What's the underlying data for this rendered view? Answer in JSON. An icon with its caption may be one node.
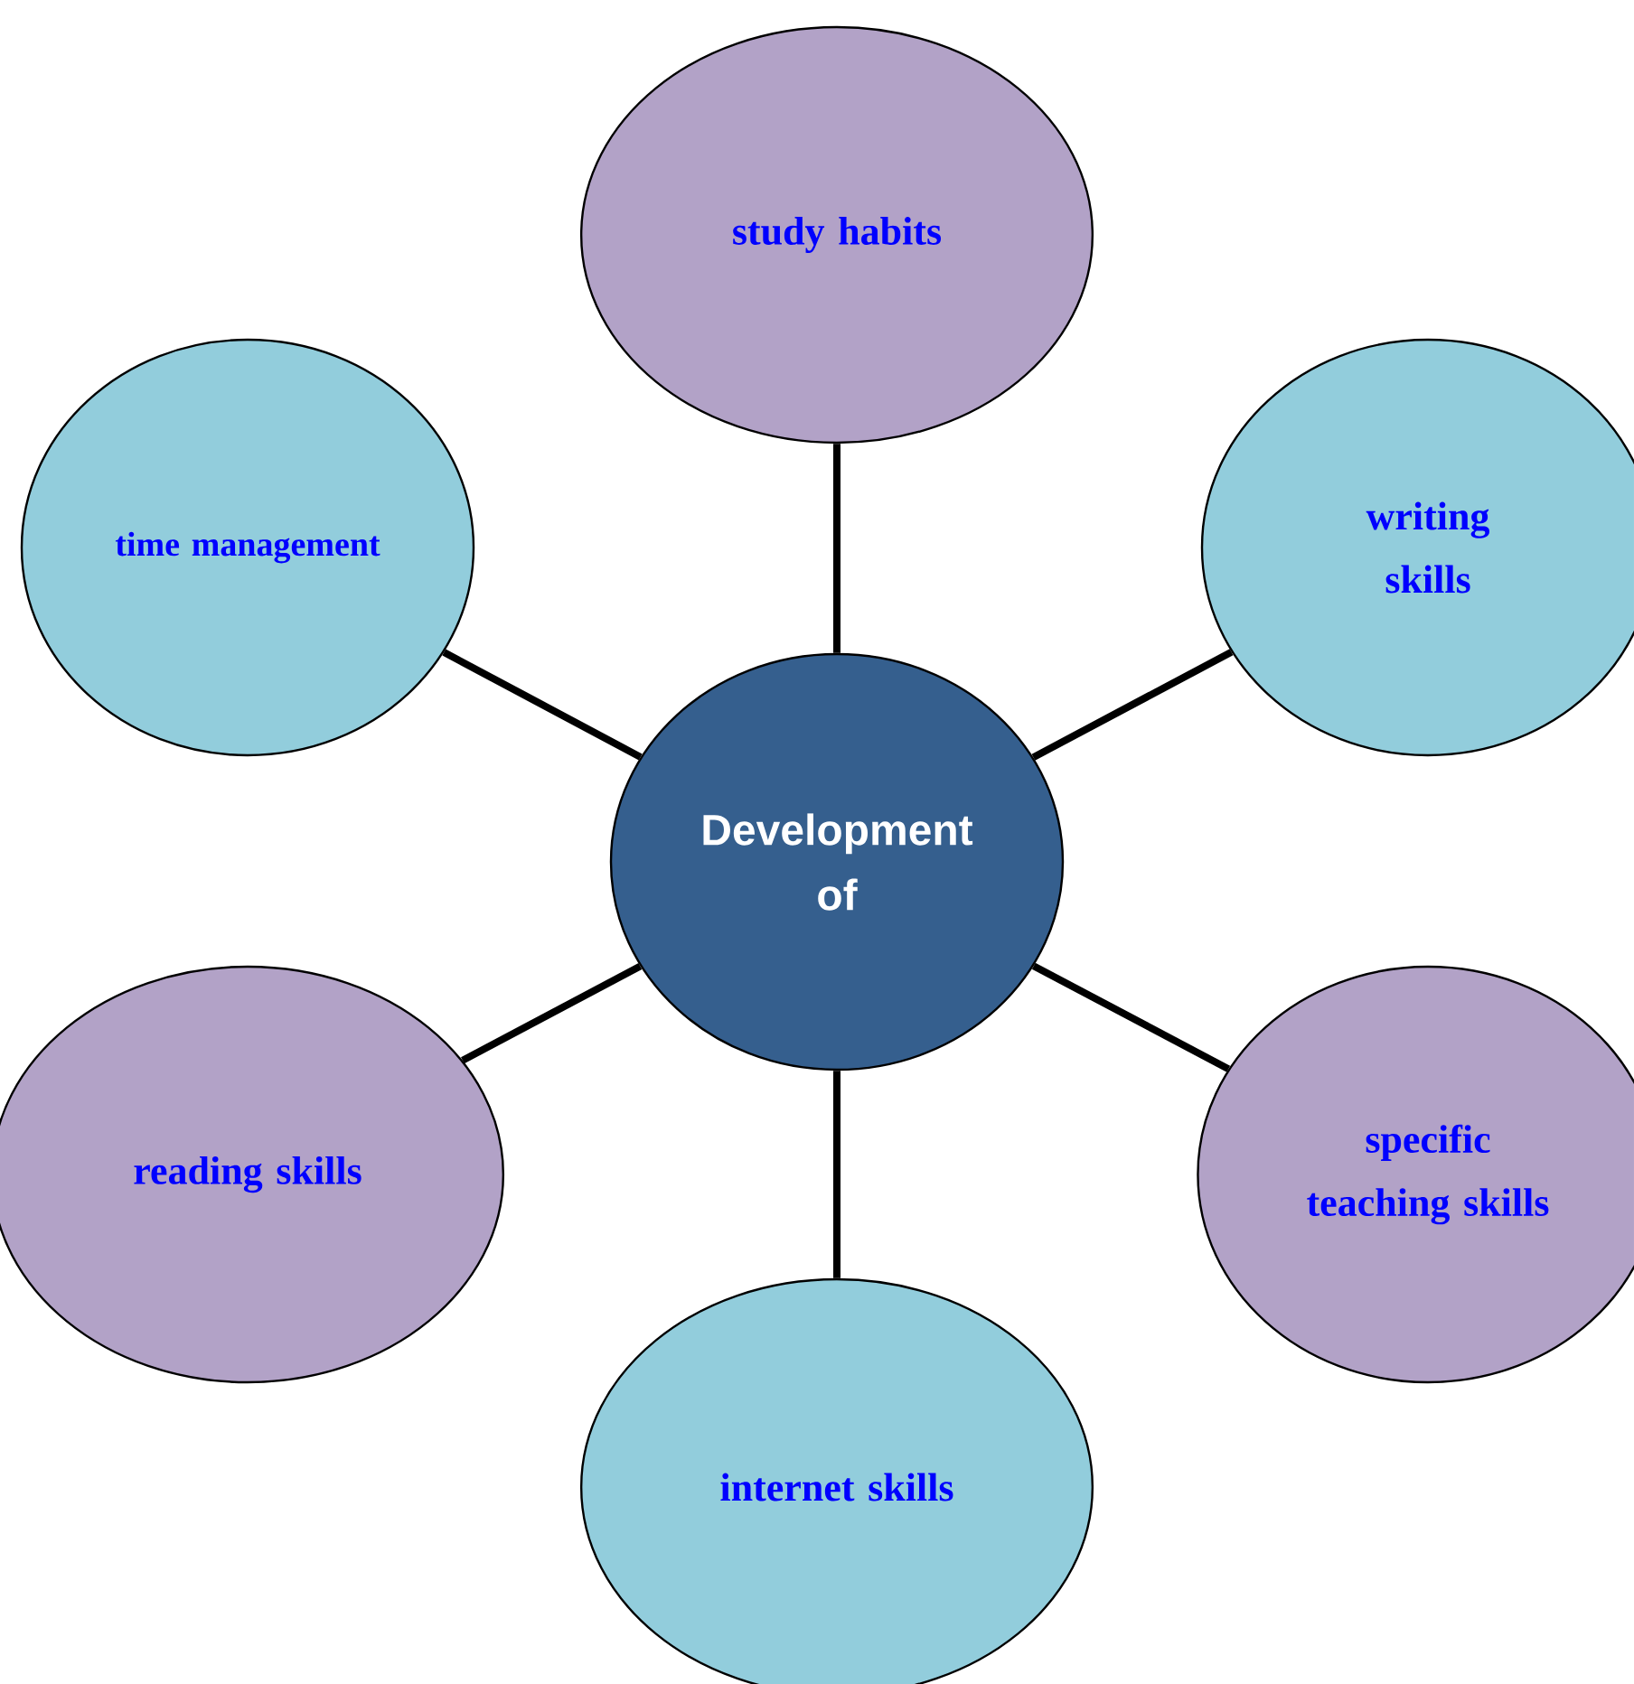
{
  "diagram": {
    "nodes": [
      {
        "text": [
          "Development of"
        ]
      },
      {
        "text": [
          "study habits"
        ]
      },
      {
        "text": [
          "writing skills"
        ]
      },
      {
        "text": [
          "specific teaching skills"
        ]
      },
      {
        "text": [
          "internet skills"
        ]
      },
      {
        "text": [
          "reading skills"
        ]
      },
      {
        "text": [
          "time management"
        ]
      }
    ],
    "edges": [
      {
        "from": 0,
        "to": 1,
        "arrow": "none"
      },
      {
        "from": 0,
        "to": 2,
        "arrow": "none"
      },
      {
        "from": 0,
        "to": 3,
        "arrow": "none"
      },
      {
        "from": 0,
        "to": 4,
        "arrow": "none"
      },
      {
        "from": 0,
        "to": 5,
        "arrow": "none"
      },
      {
        "from": 0,
        "to": 6,
        "arrow": "none"
      }
    ]
  }
}
